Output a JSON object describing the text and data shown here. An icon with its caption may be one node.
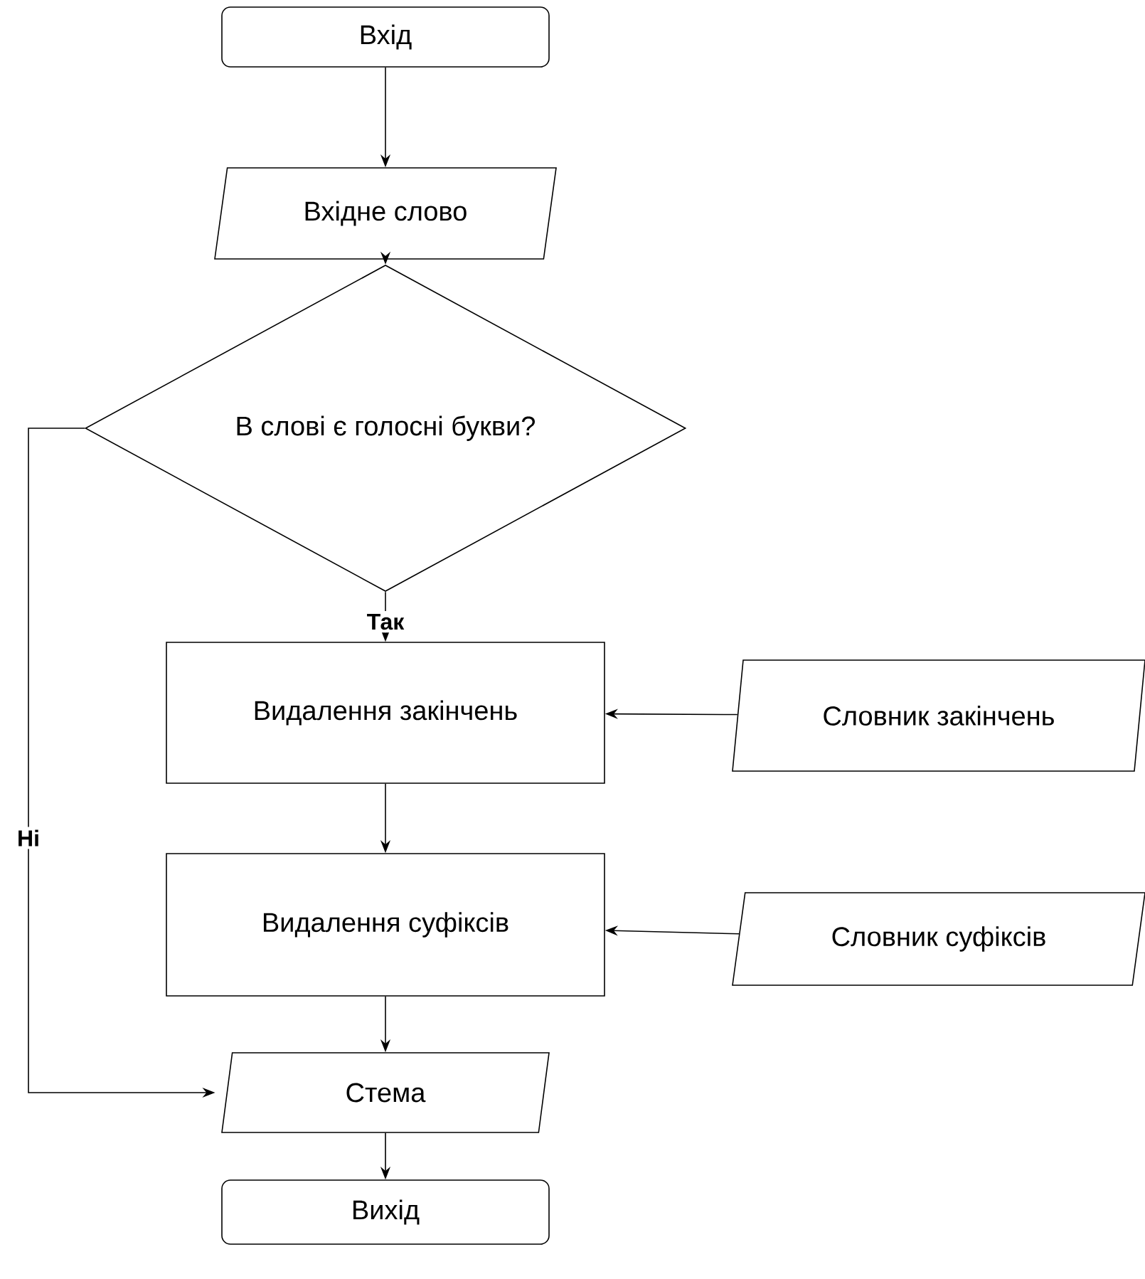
{
  "diagram": {
    "nodes": [
      {
        "text": [
          "Вхід"
        ]
      },
      {
        "text": [
          "Вхідне слово"
        ]
      },
      {
        "text": [
          "В слові є голосні букви?"
        ]
      },
      {
        "text": [
          "Видалення закінчень"
        ]
      },
      {
        "text": [
          "Словник закінчень"
        ]
      },
      {
        "text": [
          "Видалення суфіксів"
        ]
      },
      {
        "text": [
          "Словник суфіксів"
        ]
      },
      {
        "text": [
          "Стема"
        ]
      },
      {
        "text": [
          "Вихід"
        ]
      }
    ],
    "edges": [
      {
        "from": 0,
        "to": 1,
        "arrow": "to"
      },
      {
        "from": 1,
        "to": 2,
        "arrow": "to"
      },
      {
        "from": 2,
        "to": 3,
        "arrow": "to",
        "label": "Так"
      },
      {
        "from": 4,
        "to": 3,
        "arrow": "to"
      },
      {
        "from": 3,
        "to": 5,
        "arrow": "to"
      },
      {
        "from": 6,
        "to": 5,
        "arrow": "to"
      },
      {
        "from": 5,
        "to": 7,
        "arrow": "to"
      },
      {
        "from": 2,
        "to": 7,
        "arrow": "to",
        "label": "Ні"
      },
      {
        "from": 7,
        "to": 8,
        "arrow": "to"
      }
    ]
  }
}
